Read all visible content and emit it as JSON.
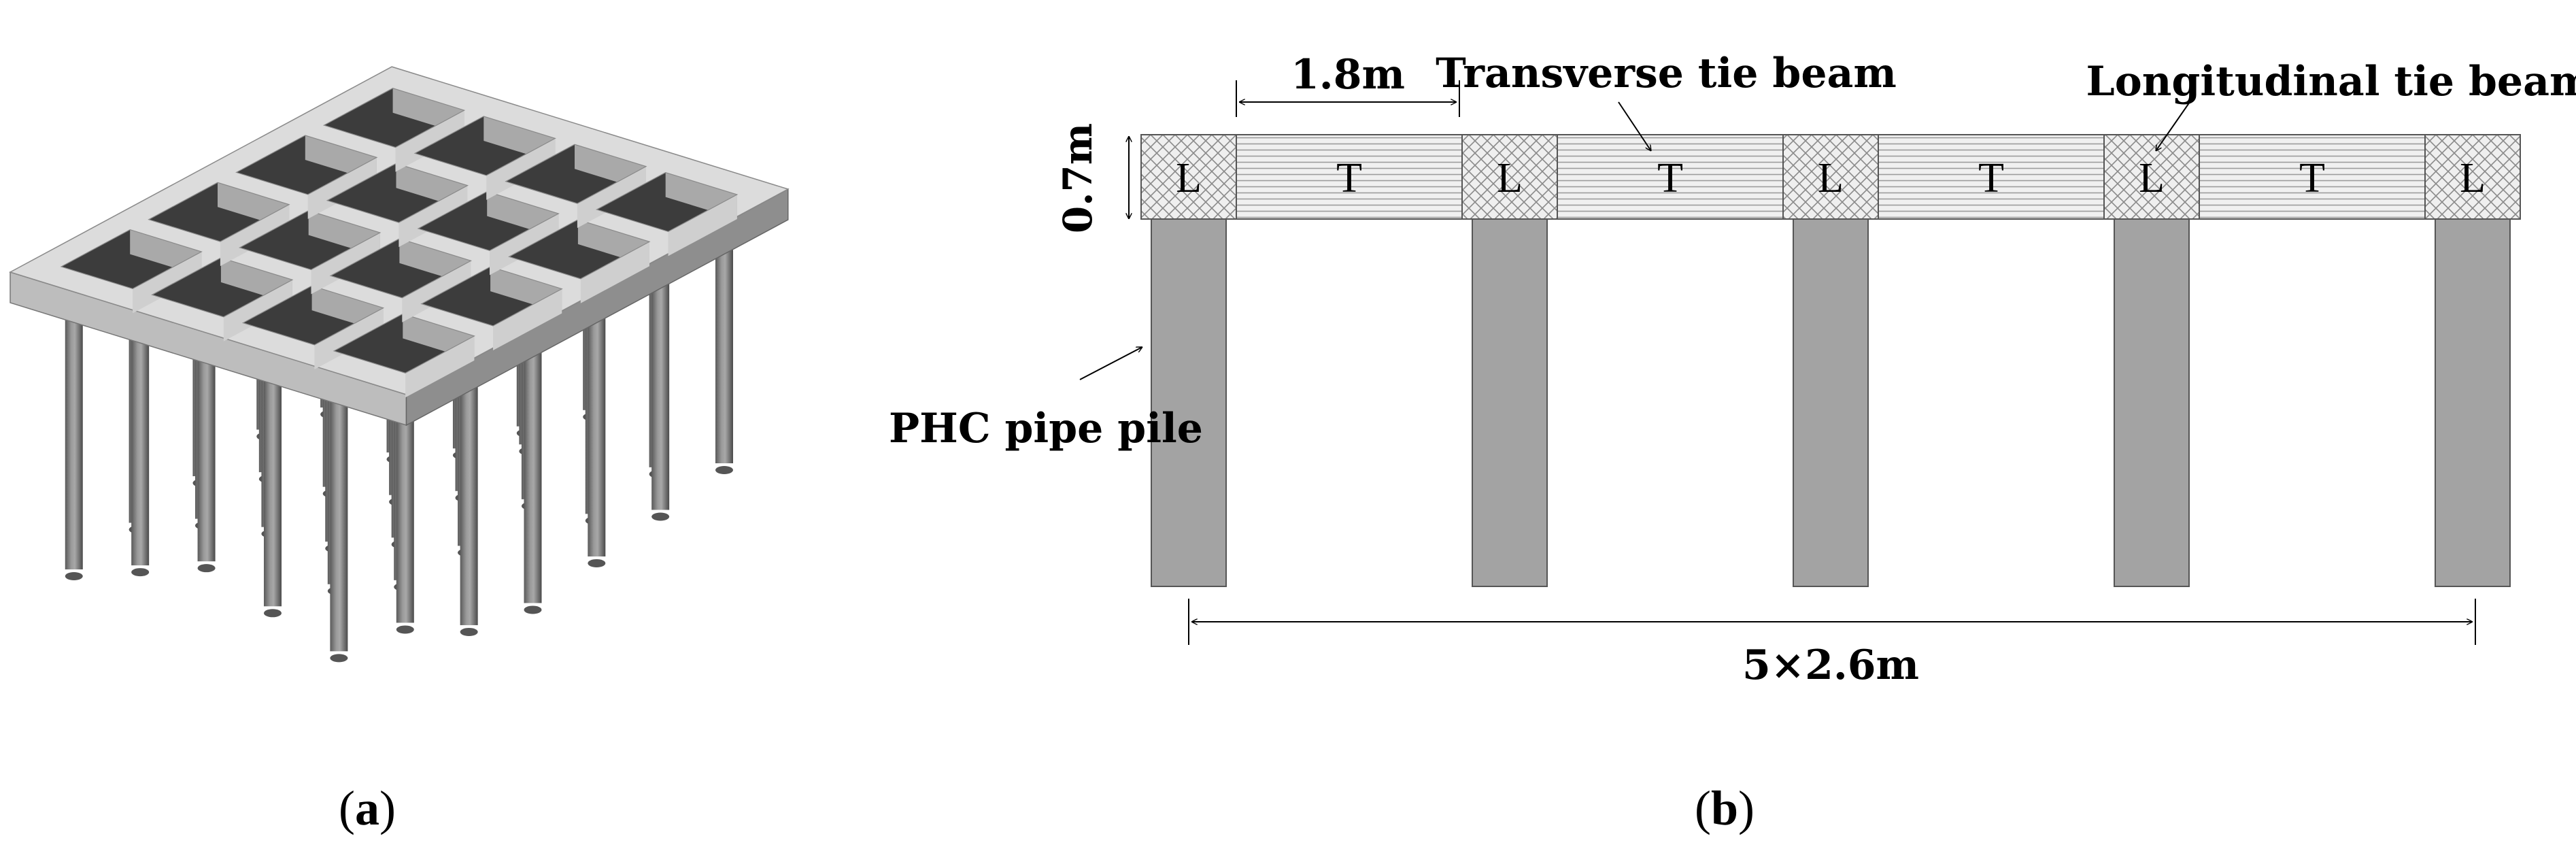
{
  "panel_a": {
    "caption_open": "(",
    "caption_letter": "a",
    "caption_close": ")"
  },
  "panel_b": {
    "caption_open": "(",
    "caption_letter": "b",
    "caption_close": ")",
    "dim_width": "1.8m",
    "dim_height": "0.7m",
    "dim_total": "5×2.6m",
    "transverse_label": "Transverse tie beam",
    "longitudinal_label": "Longitudinal tie beam",
    "pile_label": "PHC pipe pile",
    "segments": [
      "L",
      "T",
      "L",
      "T",
      "L",
      "T",
      "L",
      "T",
      "L"
    ]
  },
  "colors": {
    "pile": "#a3a3a3",
    "slab_top": "#dcdcdc",
    "slab_front": "#bdbdbd",
    "slab_side": "#8e8e8e",
    "hole_dark": "#3c3c3c"
  }
}
